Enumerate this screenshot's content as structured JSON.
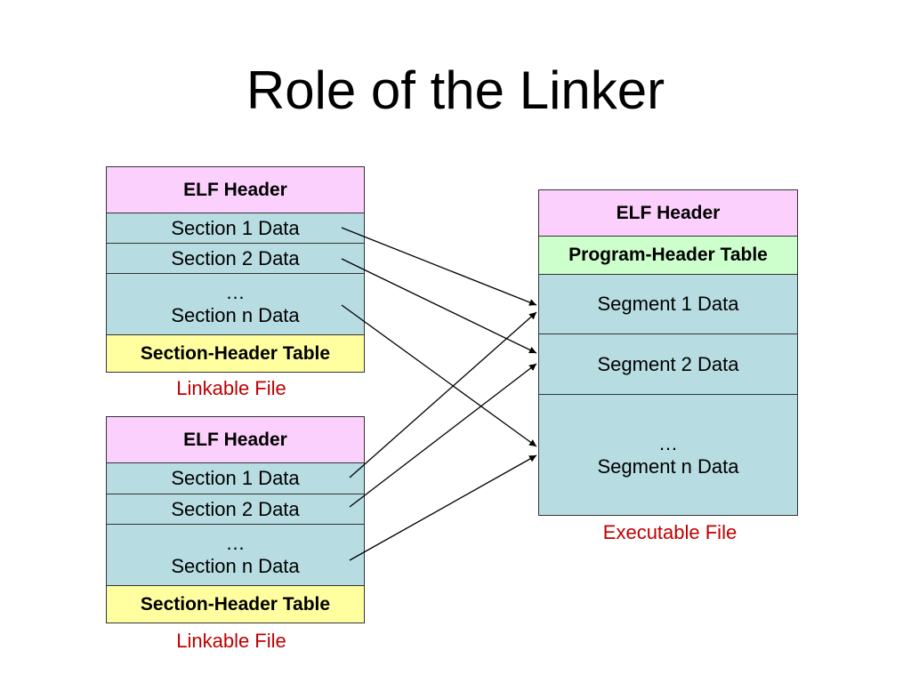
{
  "title": "Role of the Linker",
  "linkable_files": [
    {
      "elf_header": "ELF Header",
      "section_1": "Section 1 Data",
      "section_2": "Section 2 Data",
      "ellipsis": "…",
      "section_n": "Section n Data",
      "section_header_table": "Section-Header Table",
      "caption": "Linkable File"
    },
    {
      "elf_header": "ELF Header",
      "section_1": "Section 1 Data",
      "section_2": "Section 2 Data",
      "ellipsis": "…",
      "section_n": "Section n Data",
      "section_header_table": "Section-Header Table",
      "caption": "Linkable File"
    }
  ],
  "executable_file": {
    "elf_header": "ELF Header",
    "program_header_table": "Program-Header Table",
    "segment_1": "Segment 1 Data",
    "segment_2": "Segment 2 Data",
    "ellipsis": "…",
    "segment_n": "Segment n Data",
    "caption": "Executable File"
  },
  "colors": {
    "elf_header": "#fcd0fc",
    "section_data": "#b7dde2",
    "section_header_table": "#ffffa0",
    "program_header_table": "#ccffcc",
    "caption": "#c00000"
  }
}
